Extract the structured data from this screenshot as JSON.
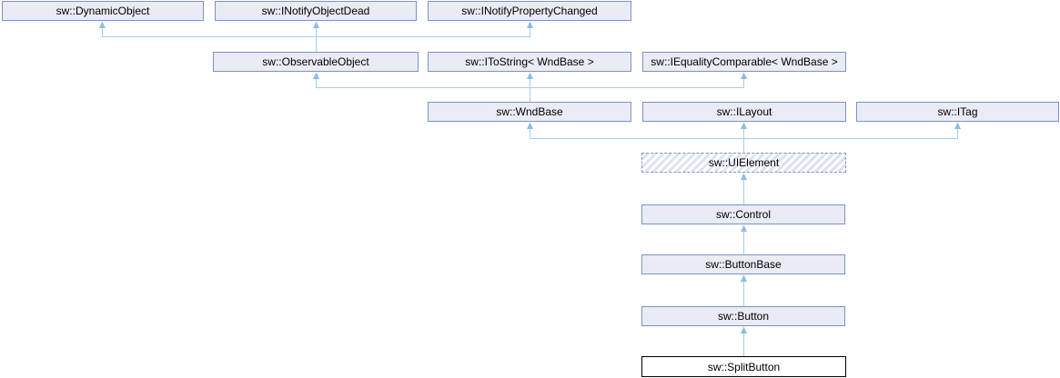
{
  "diagram": {
    "type": "class-inheritance-graph",
    "current_class": "sw::SplitButton",
    "colors": {
      "background": "#FFFFFF",
      "node_border": "#7E92C6",
      "node_fill": "#E9EBF5",
      "hatched_node_stripe": "#DDE2F2",
      "hatched_node_border": "#8593C8",
      "current_node_border": "#000000",
      "current_node_fill": "#FFFFFF",
      "edge_line": "#A6CDEB",
      "edge_arrowhead": "#8FBCE2",
      "text": "#000000"
    },
    "nodes": [
      {
        "label": "sw::DynamicObject",
        "style": "normal"
      },
      {
        "label": "sw::INotifyObjectDead",
        "style": "normal"
      },
      {
        "label": "sw::INotifyPropertyChanged",
        "style": "normal"
      },
      {
        "label": "sw::ObservableObject",
        "style": "normal"
      },
      {
        "label": "sw::IToString< WndBase >",
        "style": "normal"
      },
      {
        "label": "sw::IEqualityComparable< WndBase >",
        "style": "normal"
      },
      {
        "label": "sw::WndBase",
        "style": "normal"
      },
      {
        "label": "sw::ILayout",
        "style": "normal"
      },
      {
        "label": "sw::ITag",
        "style": "normal"
      },
      {
        "label": "sw::UIElement",
        "style": "hatched"
      },
      {
        "label": "sw::Control",
        "style": "normal"
      },
      {
        "label": "sw::ButtonBase",
        "style": "normal"
      },
      {
        "label": "sw::Button",
        "style": "normal"
      },
      {
        "label": "sw::SplitButton",
        "style": "current"
      }
    ],
    "edges": [
      {
        "from": "sw::ObservableObject",
        "to": "sw::DynamicObject"
      },
      {
        "from": "sw::ObservableObject",
        "to": "sw::INotifyObjectDead"
      },
      {
        "from": "sw::ObservableObject",
        "to": "sw::INotifyPropertyChanged"
      },
      {
        "from": "sw::WndBase",
        "to": "sw::ObservableObject"
      },
      {
        "from": "sw::WndBase",
        "to": "sw::IToString< WndBase >"
      },
      {
        "from": "sw::WndBase",
        "to": "sw::IEqualityComparable< WndBase >"
      },
      {
        "from": "sw::UIElement",
        "to": "sw::WndBase"
      },
      {
        "from": "sw::UIElement",
        "to": "sw::ILayout"
      },
      {
        "from": "sw::UIElement",
        "to": "sw::ITag"
      },
      {
        "from": "sw::Control",
        "to": "sw::UIElement"
      },
      {
        "from": "sw::ButtonBase",
        "to": "sw::Control"
      },
      {
        "from": "sw::Button",
        "to": "sw::ButtonBase"
      },
      {
        "from": "sw::SplitButton",
        "to": "sw::Button"
      }
    ]
  }
}
